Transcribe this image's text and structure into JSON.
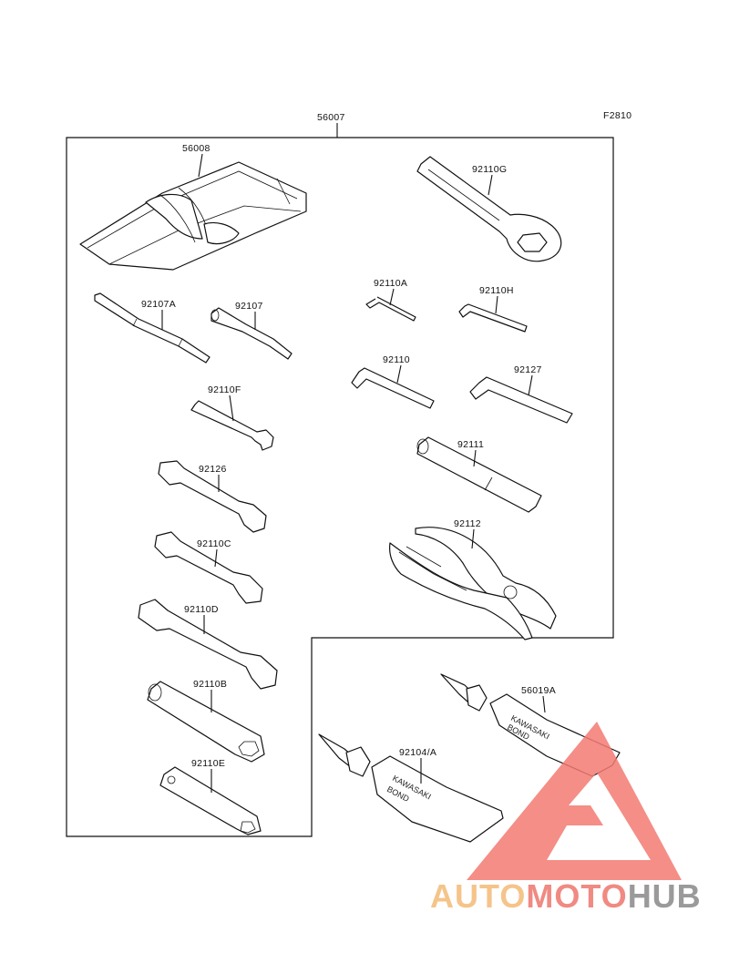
{
  "figure_code": "F2810",
  "assembly": {
    "part_no": "56007"
  },
  "parts": [
    {
      "id": "case",
      "part_no": "56008"
    },
    {
      "id": "ring-spanner",
      "part_no": "92110G"
    },
    {
      "id": "screwdriver-handle",
      "part_no": "92107A"
    },
    {
      "id": "screwdriver-bit",
      "part_no": "92107"
    },
    {
      "id": "hex-key-small",
      "part_no": "92110A"
    },
    {
      "id": "hex-key-h",
      "part_no": "92110H"
    },
    {
      "id": "hex-key-medium",
      "part_no": "92110"
    },
    {
      "id": "hex-key-large",
      "part_no": "92127"
    },
    {
      "id": "wrench-f",
      "part_no": "92110F"
    },
    {
      "id": "extension-bar",
      "part_no": "92111"
    },
    {
      "id": "wrench-92126",
      "part_no": "92126"
    },
    {
      "id": "pliers",
      "part_no": "92112"
    },
    {
      "id": "wrench-c",
      "part_no": "92110C"
    },
    {
      "id": "wrench-d",
      "part_no": "92110D"
    },
    {
      "id": "box-wrench-b",
      "part_no": "92110B"
    },
    {
      "id": "box-wrench-e",
      "part_no": "92110E"
    },
    {
      "id": "bond-tube-56019a",
      "part_no": "56019A"
    },
    {
      "id": "bond-tube-92104a",
      "part_no": "92104/A"
    }
  ],
  "tube_text": {
    "brand": "KAWASAKI",
    "product": "BOND"
  },
  "watermark": {
    "part1": "AUTO",
    "part2": "MOTO",
    "part3": "HUB",
    "color1": "#f5c48a",
    "color2": "#f08a82",
    "color3": "#9a9a9a",
    "logo_color": "#f27a72"
  }
}
